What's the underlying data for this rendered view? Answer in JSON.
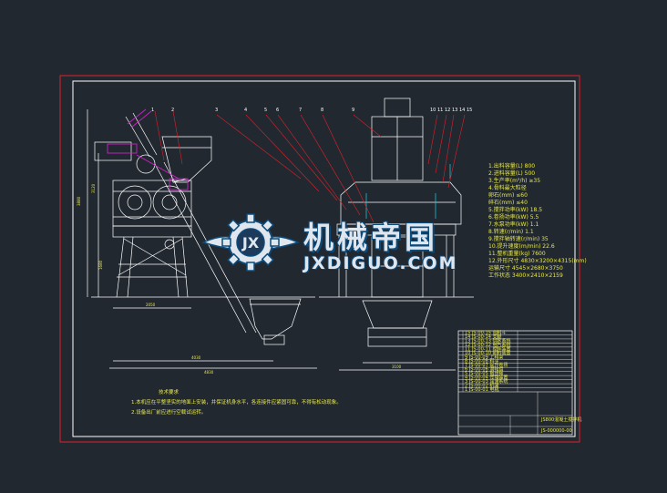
{
  "drawing": {
    "colors": {
      "background": "#212830",
      "border": "#e0202a",
      "lines": "#ffffff",
      "annotation": "#e8e84a",
      "motor": "#d020c8",
      "leader": "#e0202a",
      "accent": "#20c0d0"
    },
    "part_numbers_left": [
      "1",
      "2",
      "3",
      "4",
      "5",
      "6",
      "7",
      "8",
      "9"
    ],
    "part_numbers_right": [
      "10",
      "11",
      "12",
      "13",
      "14",
      "15"
    ],
    "specs": [
      "1.出料容量(L)  800",
      "2.进料容量(L)  500",
      "3.生产率(m³/h)  ≥35",
      "4.骨料最大粒径",
      "   卵石(mm)  ≤60",
      "   碎石(mm)  ≤40",
      "5.搅拌功率(kW)  18.5",
      "6.卷扬功率(kW)  5.5",
      "7.水泵功率(kW)  1.1",
      "8.转速(r/min)  1.1",
      "9.搅拌轴转速(r/min)  35",
      "10.提升速度(m/min)  22.6",
      "11.整机重量(kg)  7600",
      "12.外形尺寸 4830×3200×4315(mm)",
      "运输尺寸 4545×2680×3750",
      "工作状态 3400×2410×2159"
    ],
    "notes": {
      "title": "技术要求",
      "lines": [
        "1.本机应在平整坚实的地面上安装，并保证机身水平，各连接件应紧固可靠，不得有松动现象。",
        "2.设备出厂前应进行空载试运转。"
      ]
    },
    "dimensions": [
      "3880",
      "3120",
      "2050",
      "1680",
      "4030",
      "3100",
      "4830"
    ],
    "title_block": {
      "drawing_no": "JS-000000-00",
      "product_title": "JS800混凝土搅拌机",
      "bom_rows": [
        "15  JS-00-15  出料斗",
        "14  JS-00-14  支腿",
        "13  JS-00-13  供水系统",
        "12  JS-00-12  电气系统",
        "11  JS-00-11  搅拌装置",
        "10  JS-00-10  卸料装置",
        "9  JS-00-09  上料架",
        "8  JS-00-08  料斗",
        "7  JS-00-07  提升卷扬",
        "6  JS-00-06  滑轮组",
        "5  JS-00-05  钢丝绳",
        "4  JS-00-04  传动装置",
        "3  JS-00-03  润滑系统",
        "2  JS-00-02  机架",
        "1  JS-00-01  电机"
      ]
    }
  },
  "watermark": {
    "title_cn": "机械帝国",
    "title_en": "JXDIGUO.COM",
    "logo_letters": "JX"
  }
}
